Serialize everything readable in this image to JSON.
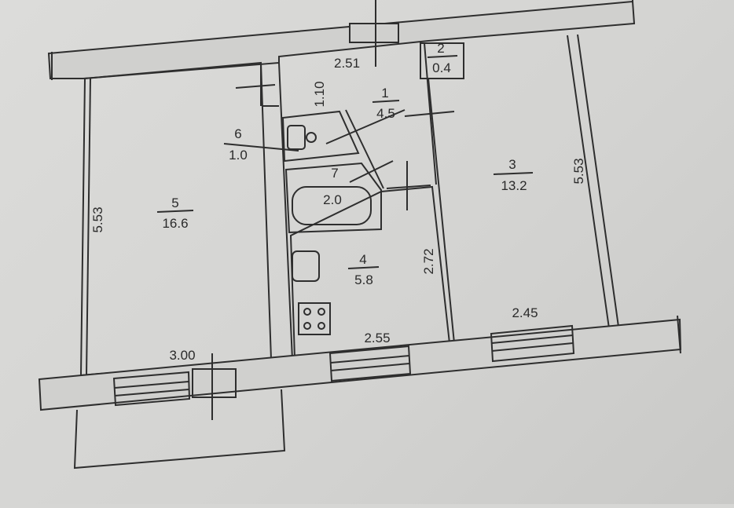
{
  "floor_plan": {
    "rooms": [
      {
        "number": "1",
        "area": "4.5"
      },
      {
        "number": "2",
        "area": "0.4"
      },
      {
        "number": "3",
        "area": "13.2"
      },
      {
        "number": "4",
        "area": "5.8"
      },
      {
        "number": "5",
        "area": "16.6"
      },
      {
        "number": "6",
        "area": "1.0"
      },
      {
        "number": "7",
        "area": "2.0"
      }
    ],
    "dimensions": {
      "hall_width": "2.51",
      "hall_depth": "1.10",
      "room5_length": "5.53",
      "room5_width": "3.00",
      "room3_length": "5.53",
      "room3_width": "2.45",
      "kitchen_length": "2.72",
      "kitchen_width": "2.55"
    }
  }
}
